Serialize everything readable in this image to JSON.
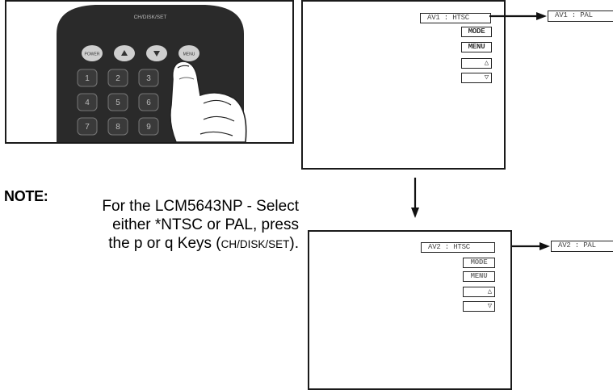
{
  "remote": {
    "top_label": "CH/DISK/SET",
    "key_labels": [
      "POWER",
      "",
      "",
      "MENU"
    ],
    "number_keys": [
      "1",
      "2",
      "3",
      "4",
      "5",
      "6",
      "7",
      "8",
      "9"
    ]
  },
  "screen_top": {
    "osd_source": "AV1 : HTSC",
    "mode_label": "MODE",
    "menu_label": "MENU",
    "up_arrow": "△",
    "down_arrow": "▽",
    "result_label": "AV1 : PAL"
  },
  "screen_bottom": {
    "osd_source": "AV2 : HTSC",
    "mode_label": "MODE",
    "menu_label": "MENU",
    "up_arrow": "△",
    "down_arrow": "▽",
    "result_label": "AV2 : PAL"
  },
  "note": {
    "title": "NOTE:",
    "line1": "For the LCM5643NP - Select",
    "line2": "either *NTSC or PAL, press",
    "line3_main": "the p or q Keys (",
    "line3_small": "CH/DISK/SET",
    "line3_end": ")."
  }
}
